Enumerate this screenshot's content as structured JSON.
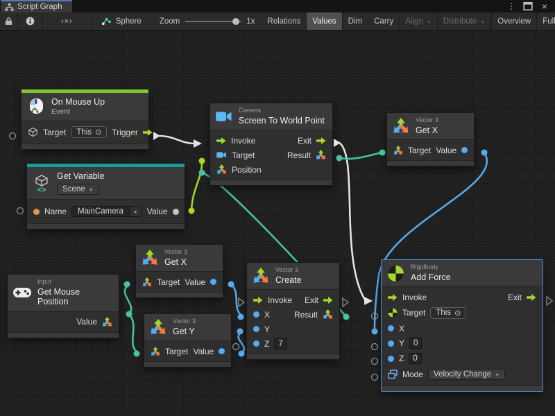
{
  "window": {
    "tab_title": "Script Graph"
  },
  "toolbar": {
    "graph_name": "Sphere",
    "zoom_label": "Zoom",
    "zoom_value": "1x",
    "buttons": {
      "relations": "Relations",
      "values": "Values",
      "dim": "Dim",
      "carry": "Carry",
      "align": "Align",
      "distribute": "Distribute",
      "overview": "Overview",
      "full_screen": "Full Screen"
    }
  },
  "nodes": {
    "on_mouse_up": {
      "title": "On Mouse Up",
      "subtitle": "Event",
      "target_label": "Target",
      "target_value": "This",
      "trigger_label": "Trigger"
    },
    "get_variable": {
      "title": "Get Variable",
      "scope": "Scene",
      "name_label": "Name",
      "name_value": "MainCamera",
      "value_label": "Value"
    },
    "camera": {
      "category": "Camera",
      "title": "Screen To World Point",
      "invoke_label": "Invoke",
      "target_label": "Target",
      "position_label": "Position",
      "exit_label": "Exit",
      "result_label": "Result"
    },
    "get_x_top": {
      "category": "Vector 3",
      "title": "Get X",
      "target_label": "Target",
      "value_label": "Value"
    },
    "get_x_mid": {
      "category": "Vector 3",
      "title": "Get X",
      "target_label": "Target",
      "value_label": "Value"
    },
    "get_y": {
      "category": "Vector 3",
      "title": "Get Y",
      "target_label": "Target",
      "value_label": "Value"
    },
    "get_mouse_position": {
      "category": "Input",
      "title": "Get Mouse Position",
      "value_label": "Value"
    },
    "create_vector3": {
      "category": "Vector 3",
      "title": "Create",
      "invoke_label": "Invoke",
      "exit_label": "Exit",
      "x_label": "X",
      "result_label": "Result",
      "y_label": "Y",
      "z_label": "Z",
      "z_value": "7"
    },
    "add_force": {
      "category": "Rigidbody",
      "title": "Add Force",
      "invoke_label": "Invoke",
      "exit_label": "Exit",
      "target_label": "Target",
      "target_value": "This",
      "x_label": "X",
      "y_label": "Y",
      "y_value": "0",
      "z_label": "Z",
      "z_value": "0",
      "mode_label": "Mode",
      "mode_value": "Velocity Change"
    }
  },
  "colors": {
    "flow_green": "#A2D92B",
    "event_bar": "#84C332",
    "variable_bar": "#1E9B9B",
    "wire_white": "#E4E4E4",
    "wire_teal": "#46C3A4",
    "wire_blue": "#56ABEF",
    "selection_blue": "#4A90D9",
    "port_orange": "#E8964F"
  }
}
